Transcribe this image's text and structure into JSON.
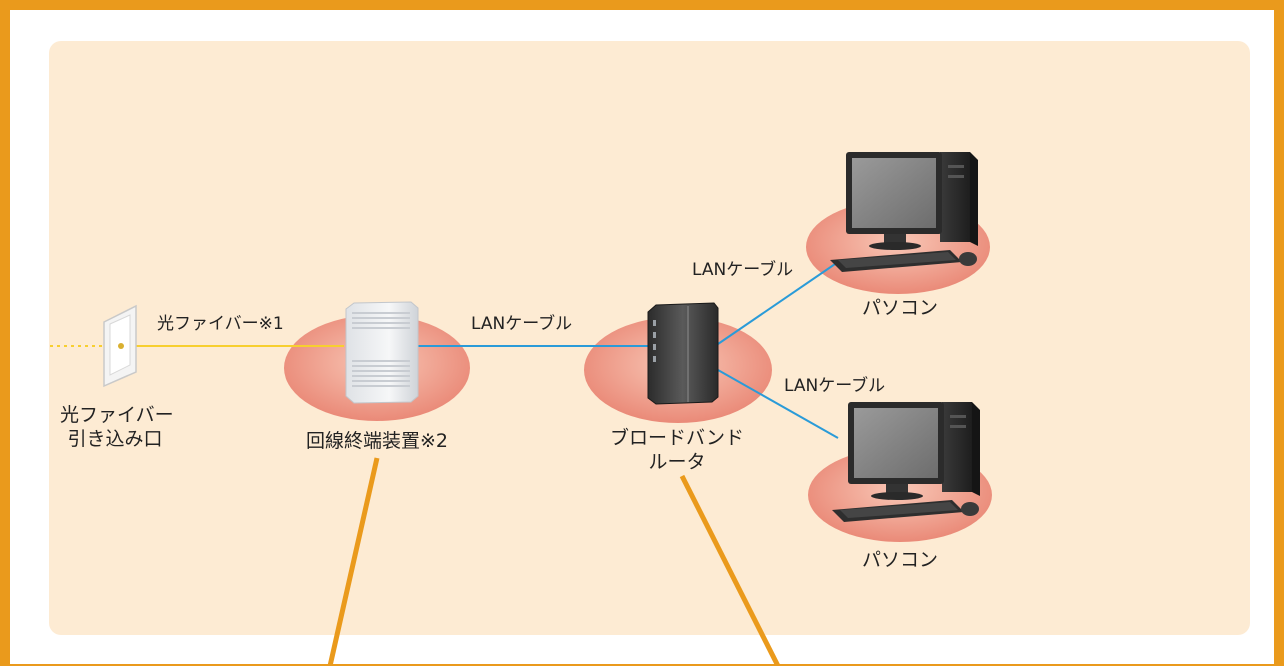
{
  "diagram": {
    "colors": {
      "frame_orange": "#ea9a1c",
      "panel_beige": "#fdebd3",
      "fiber_yellow": "#f7cf2f",
      "lan_blue": "#2a9bd8",
      "halo_salmon": "#ee8f80"
    },
    "labels": {
      "fiber_cable": "光ファイバー※1",
      "lan_cable_1": "LANケーブル",
      "lan_cable_2": "LANケーブル",
      "lan_cable_3": "LANケーブル",
      "fiber_outlet_line1": "光ファイバー",
      "fiber_outlet_line2": "引き込み口",
      "onu": "回線終端装置※2",
      "router_line1": "ブロードバンド",
      "router_line2": "ルータ",
      "pc_top": "パソコン",
      "pc_bottom": "パソコン"
    },
    "nodes": [
      {
        "id": "fiber-outlet",
        "icon": "wall-socket-icon"
      },
      {
        "id": "onu",
        "icon": "onu-device-icon"
      },
      {
        "id": "router",
        "icon": "router-icon"
      },
      {
        "id": "pc-top",
        "icon": "desktop-pc-icon"
      },
      {
        "id": "pc-bottom",
        "icon": "desktop-pc-icon"
      }
    ],
    "edges": [
      {
        "from": "fiber-outlet",
        "to": "onu",
        "type": "fiber"
      },
      {
        "from": "onu",
        "to": "router",
        "type": "lan"
      },
      {
        "from": "router",
        "to": "pc-top",
        "type": "lan"
      },
      {
        "from": "router",
        "to": "pc-bottom",
        "type": "lan"
      }
    ]
  }
}
